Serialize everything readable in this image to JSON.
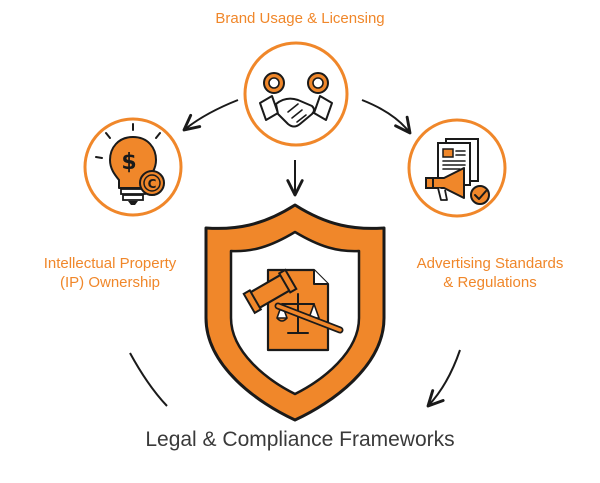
{
  "colors": {
    "accent": "#F0872A",
    "accent_dark": "#E5791A",
    "ink": "#1a1a1a",
    "text": "#3a3a3a"
  },
  "nodes": {
    "top": {
      "label": "Brand Usage & Licensing",
      "icon": "handshake-icon"
    },
    "left": {
      "label_line1": "Intellectual Property",
      "label_line2": "(IP) Ownership",
      "icon": "lightbulb-copyright-icon"
    },
    "right": {
      "label_line1": "Advertising Standards",
      "label_line2": "& Regulations",
      "icon": "megaphone-document-icon"
    },
    "center": {
      "icon": "shield-gavel-document-icon"
    }
  },
  "footer": {
    "title": "Legal & Compliance Frameworks"
  }
}
